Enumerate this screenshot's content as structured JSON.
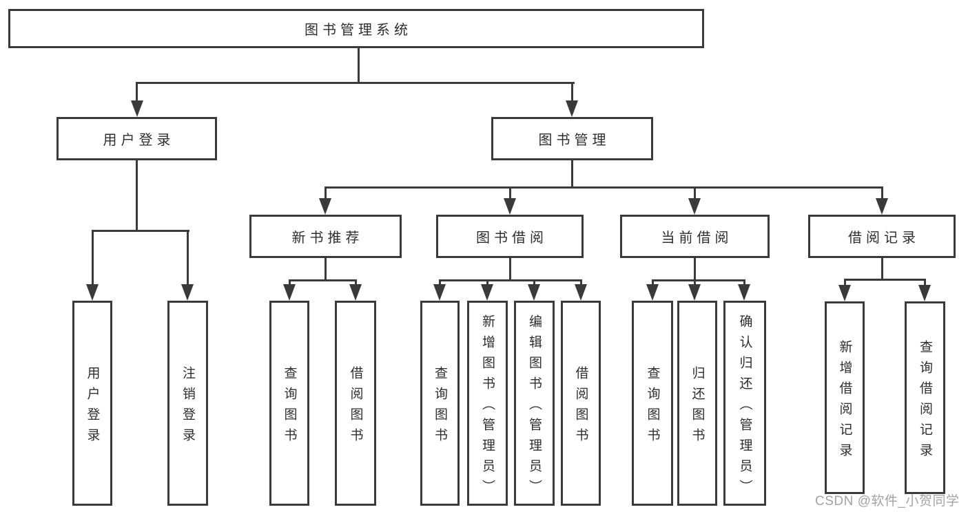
{
  "nodes": {
    "root": "图书管理系统",
    "userLogin": "用户登录",
    "bookMgmt": "图书管理",
    "newBookRec": "新书推荐",
    "bookBorrow": "图书借阅",
    "currentBorrow": "当前借阅",
    "borrowRecords": "借阅记录",
    "leafUserLogin": "用户登录",
    "leafLogout": "注销登录",
    "leafQueryBook1": "查询图书",
    "leafBorrowBook1": "借阅图书",
    "leafQueryBook2": "查询图书",
    "leafAddBook": "新增图书（管理员）",
    "leafEditBook": "编辑图书（管理员）",
    "leafBorrowBook2": "借阅图书",
    "leafQueryBook3": "查询图书",
    "leafReturnBook": "归还图书",
    "leafConfirmReturn": "确认归还（管理员）",
    "leafAddRecord": "新增借阅记录",
    "leafQueryRecord": "查询借阅记录"
  },
  "watermark": "CSDN @软件_小贺同学",
  "colors": {
    "line": "#3a3a3a",
    "text": "#2e2e2e",
    "watermark": "#a3a3a3"
  }
}
